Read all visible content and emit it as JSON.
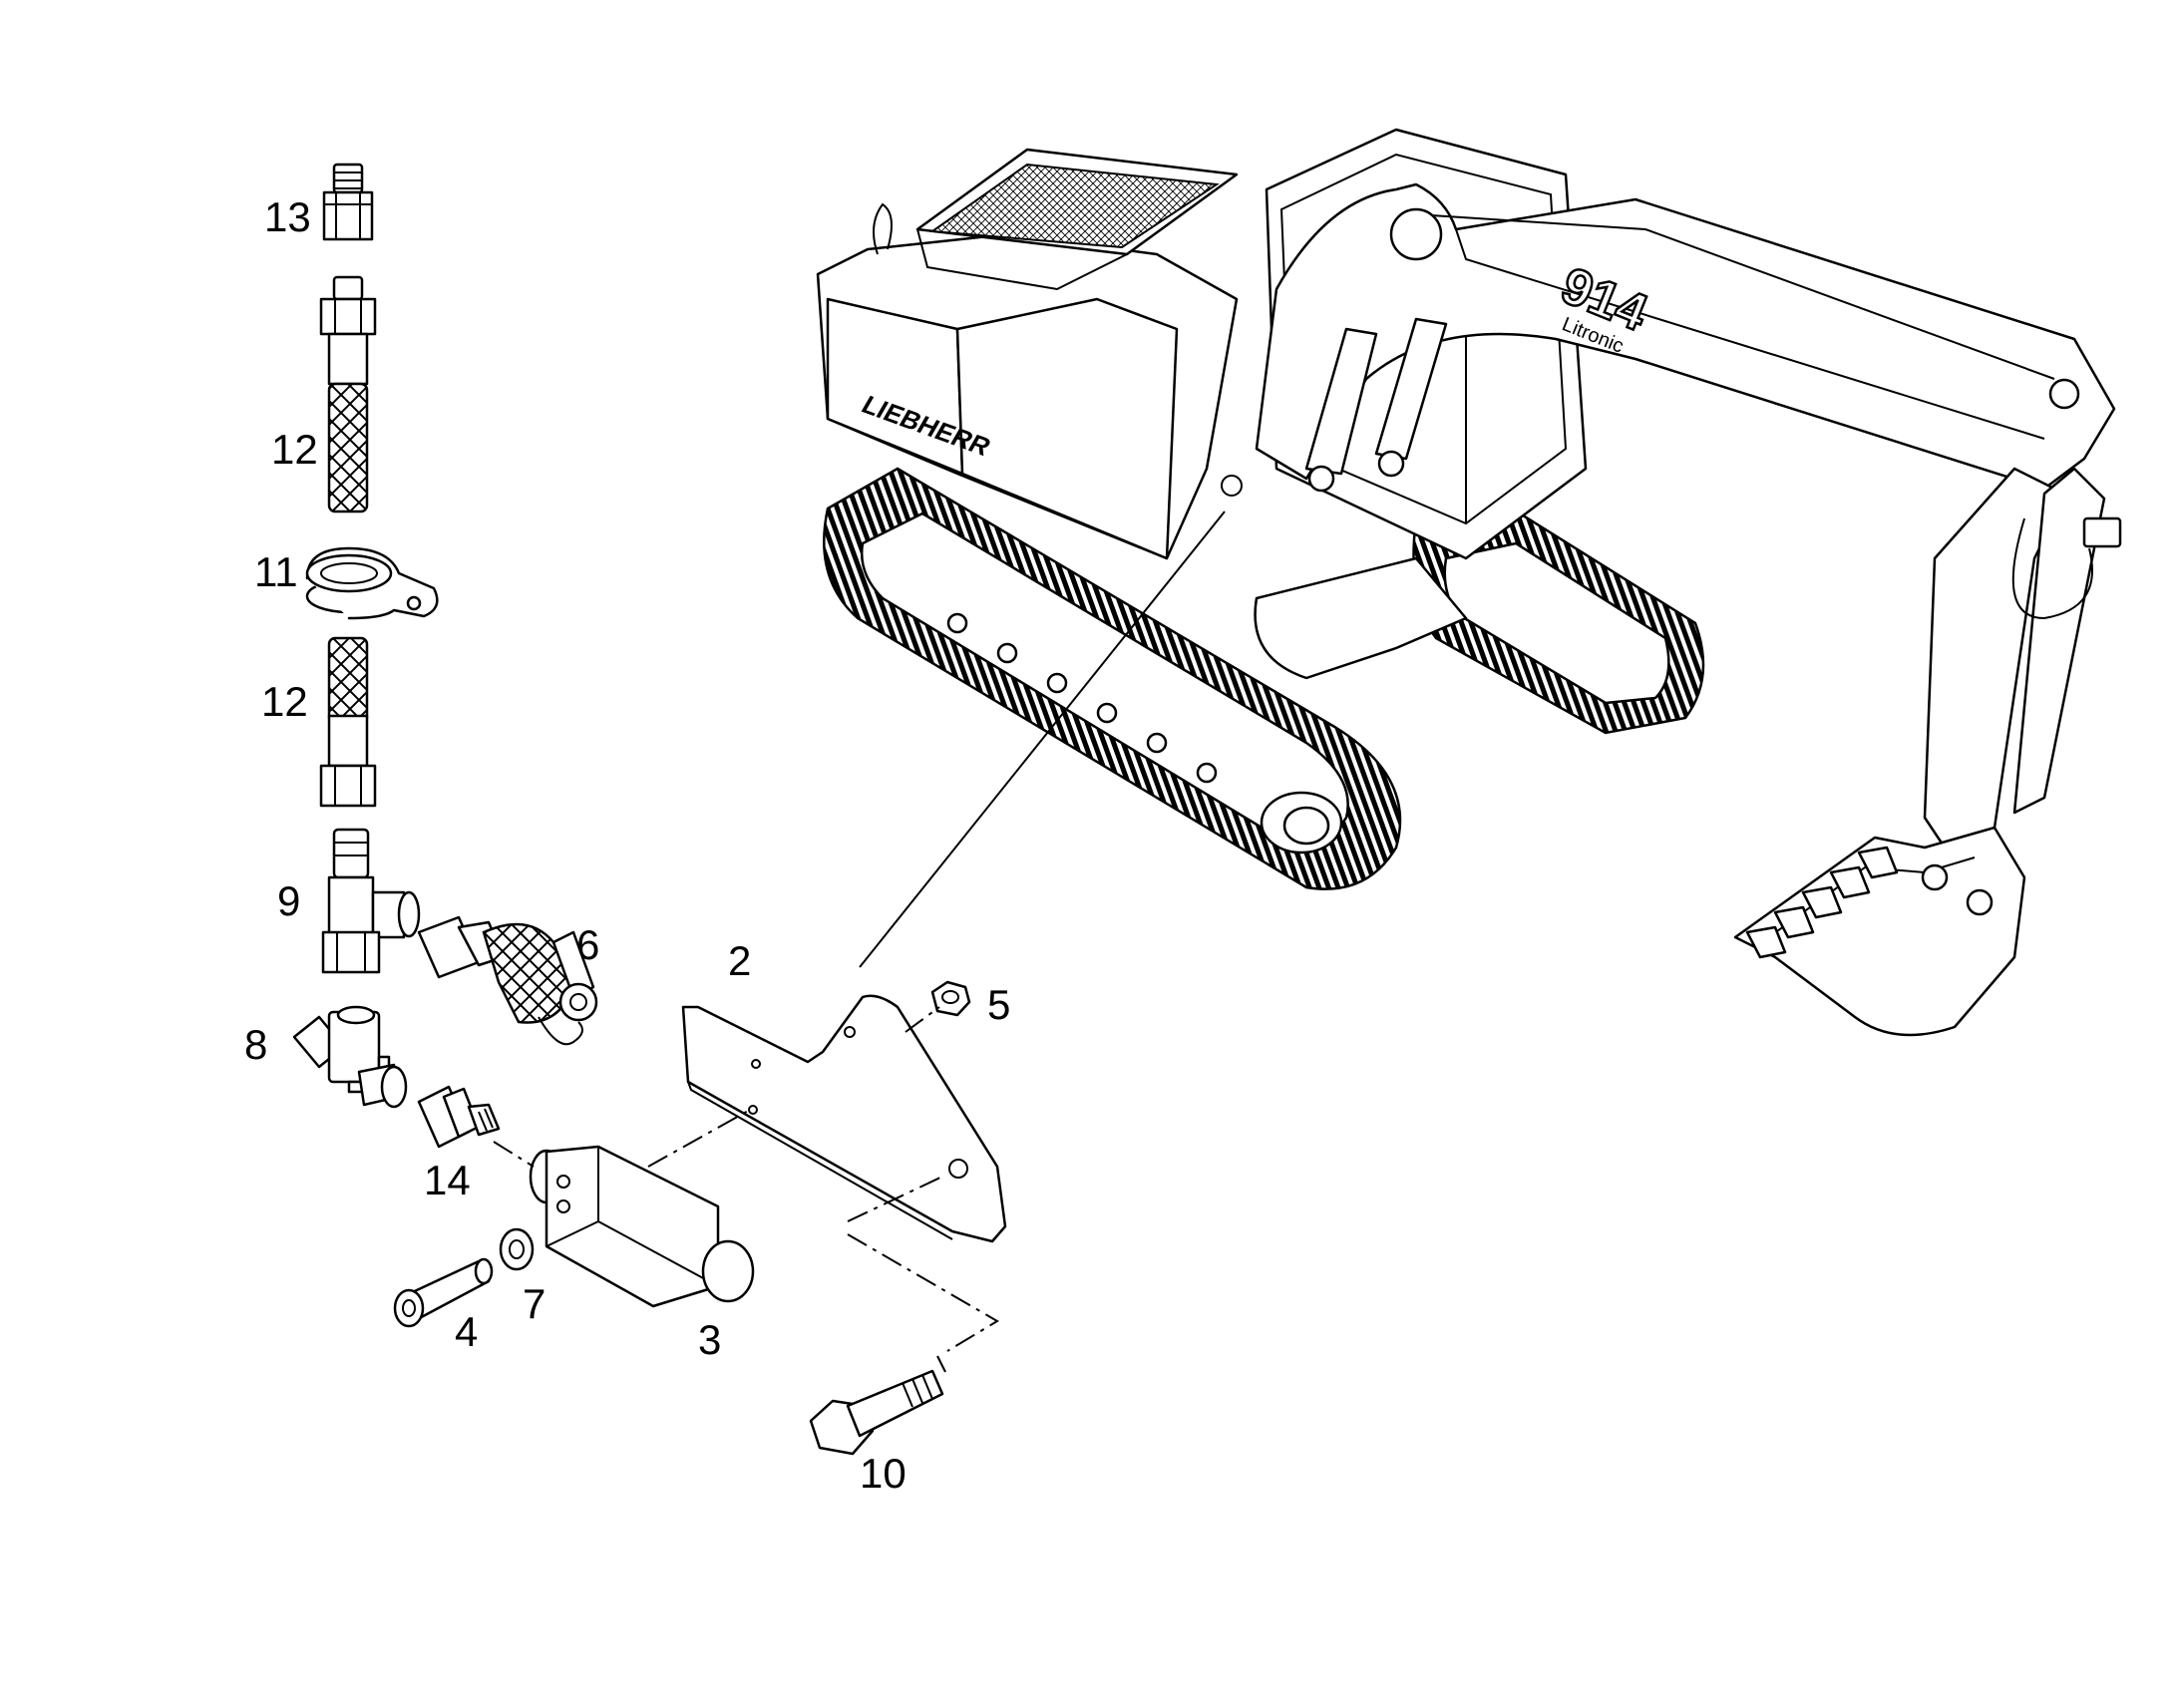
{
  "diagram": {
    "model_lettering": "914",
    "model_sub_lettering": "Litronic",
    "brand_lettering": "LIEBHERR",
    "callouts": {
      "p2": "2",
      "p3": "3",
      "p4": "4",
      "p5": "5",
      "p6": "6",
      "p7": "7",
      "p8": "8",
      "p9": "9",
      "p10": "10",
      "p11": "11",
      "p12a": "12",
      "p12b": "12",
      "p13": "13",
      "p14": "14"
    }
  }
}
